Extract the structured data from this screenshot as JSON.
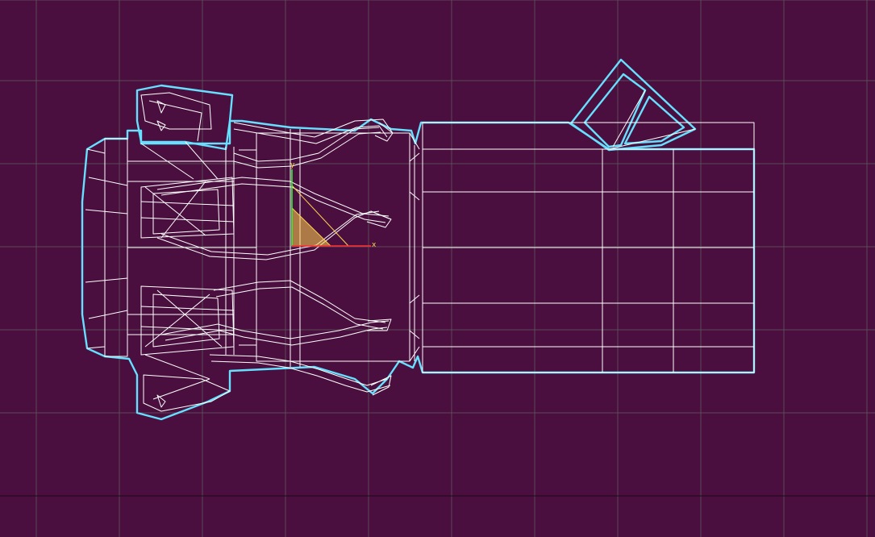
{
  "viewport": {
    "view": "top",
    "background_color": "#4a0f3e",
    "grid_color": "#5e4a58",
    "grid_major_color": "#1a0a16",
    "wire_color": "#ffffff",
    "selection_outline_color": "#66e0ff",
    "gizmo": {
      "x_label": "x",
      "y_label": "y",
      "x_color": "#ff3030",
      "y_color": "#30ff30",
      "plane_color": "#ffd24d"
    }
  }
}
